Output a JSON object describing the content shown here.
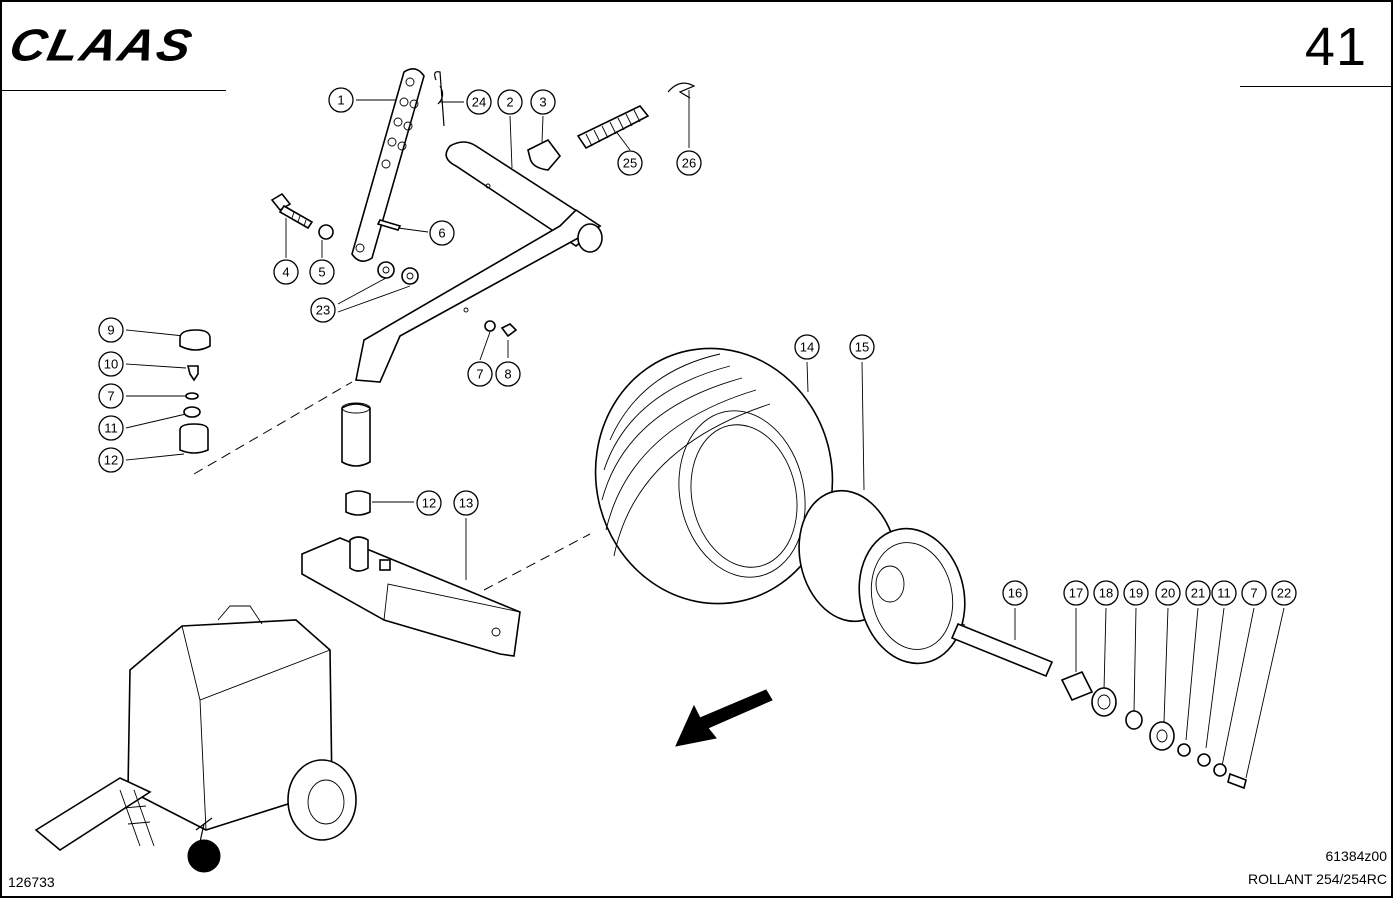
{
  "header": {
    "logo": "CLAAS",
    "page_number": "41"
  },
  "footer": {
    "doc_number": "126733",
    "drawing_code": "61384z00",
    "model": "ROLLANT 254/254RC"
  },
  "callouts": [
    "1",
    "24",
    "2",
    "3",
    "25",
    "26",
    "4",
    "5",
    "6",
    "23",
    "9",
    "10",
    "7",
    "11",
    "12",
    "7",
    "8",
    "14",
    "15",
    "12",
    "13",
    "16",
    "17",
    "18",
    "19",
    "20",
    "21",
    "11",
    "7",
    "22"
  ]
}
